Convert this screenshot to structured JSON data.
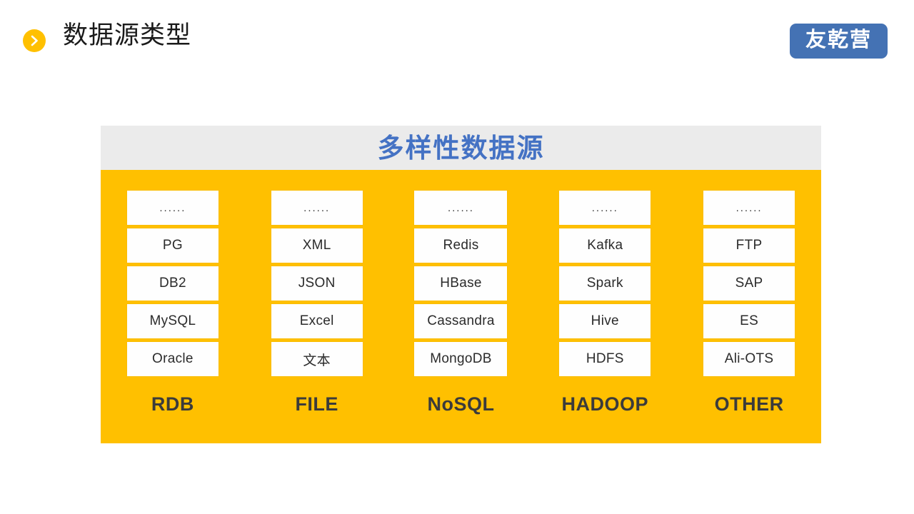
{
  "header": {
    "title": "数据源类型",
    "bullet_icon": "chevron-right-circle-icon",
    "brand_badge": "友乾营",
    "accent_yellow": "#FFC000",
    "brand_blue": "#4472B4"
  },
  "diagram": {
    "title": "多样性数据源",
    "title_color": "#4472C4",
    "title_bar_bg": "#EBEBEB",
    "body_bg": "#FFC000",
    "item_bg": "#FEFEFE",
    "category_label_color": "#3B3B3B",
    "columns": [
      {
        "category": "RDB",
        "items": [
          "......",
          "PG",
          "DB2",
          "MySQL",
          "Oracle"
        ]
      },
      {
        "category": "FILE",
        "items": [
          "......",
          "XML",
          "JSON",
          "Excel",
          "文本"
        ]
      },
      {
        "category": "NoSQL",
        "items": [
          "......",
          "Redis",
          "HBase",
          "Cassandra",
          "MongoDB"
        ]
      },
      {
        "category": "HADOOP",
        "items": [
          "......",
          "Kafka",
          "Spark",
          "Hive",
          "HDFS"
        ]
      },
      {
        "category": "OTHER",
        "items": [
          "......",
          "FTP",
          "SAP",
          "ES",
          "Ali-OTS"
        ]
      }
    ]
  }
}
